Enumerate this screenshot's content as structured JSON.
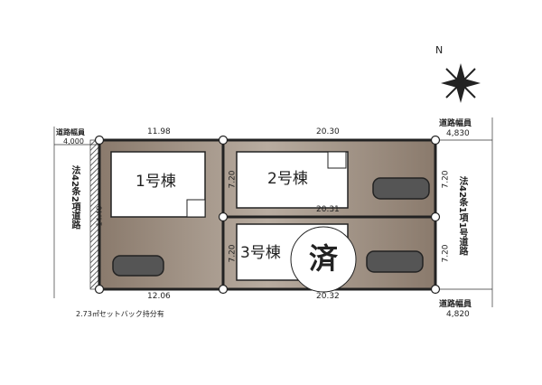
{
  "compass": {
    "label": "N"
  },
  "lots": [
    {
      "label": "1号棟",
      "top": "11.98",
      "bottom": "12.06",
      "side": "14.40"
    },
    {
      "label": "2号棟",
      "top": "20.30",
      "bottom": "20.31",
      "side": "7.20"
    },
    {
      "label": "3号棟",
      "bottom": "20.32",
      "side": "7.20",
      "status": "済"
    }
  ],
  "left_road": {
    "width_label": "道路幅員",
    "width": "4,000",
    "type": "法42条2項道路",
    "setback": "2.73㎡セットバック持分有"
  },
  "right_road": {
    "width_label_top": "道路幅員",
    "width_top": "4,830",
    "width_label_bottom": "道路幅員",
    "width_bottom": "4,820",
    "type": "法42条1項1号道路"
  },
  "colors": {
    "lot": "#8a7a6c",
    "lot_light": "#b8aca0",
    "border": "#222222"
  }
}
